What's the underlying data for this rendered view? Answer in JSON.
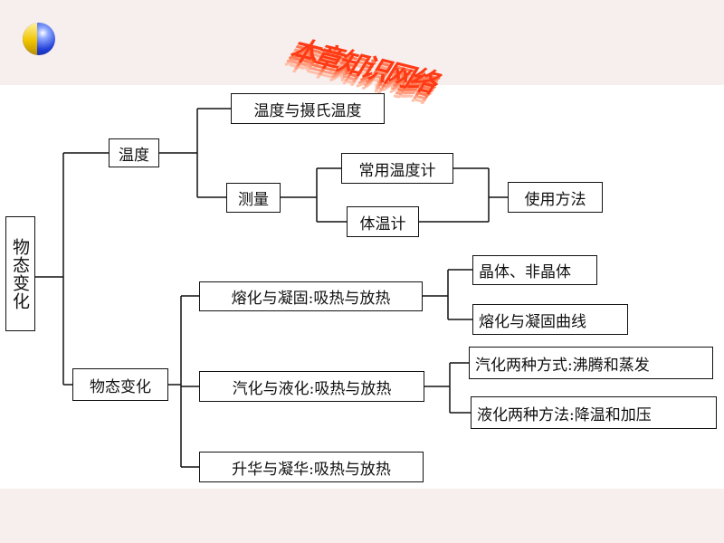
{
  "header": {
    "title": "本章知识网络"
  },
  "diagram": {
    "root": "物态变化",
    "temperature": {
      "label": "温度",
      "definition": "温度与摄氏温度",
      "measurement": "测量",
      "common_thermometer": "常用温度计",
      "clinical_thermometer": "体温计",
      "usage": "使用方法"
    },
    "phase_change": {
      "label": "物态变化",
      "melting": "熔化与凝固:吸热与放热",
      "melting_children": [
        "晶体、非晶体",
        "熔化与凝固曲线"
      ],
      "vaporization": "汽化与液化:吸热与放热",
      "vaporization_children": [
        "汽化两种方式:沸腾和蒸发",
        "液化两种方法:降温和加压"
      ],
      "sublimation": "升华与凝华:吸热与放热"
    }
  }
}
